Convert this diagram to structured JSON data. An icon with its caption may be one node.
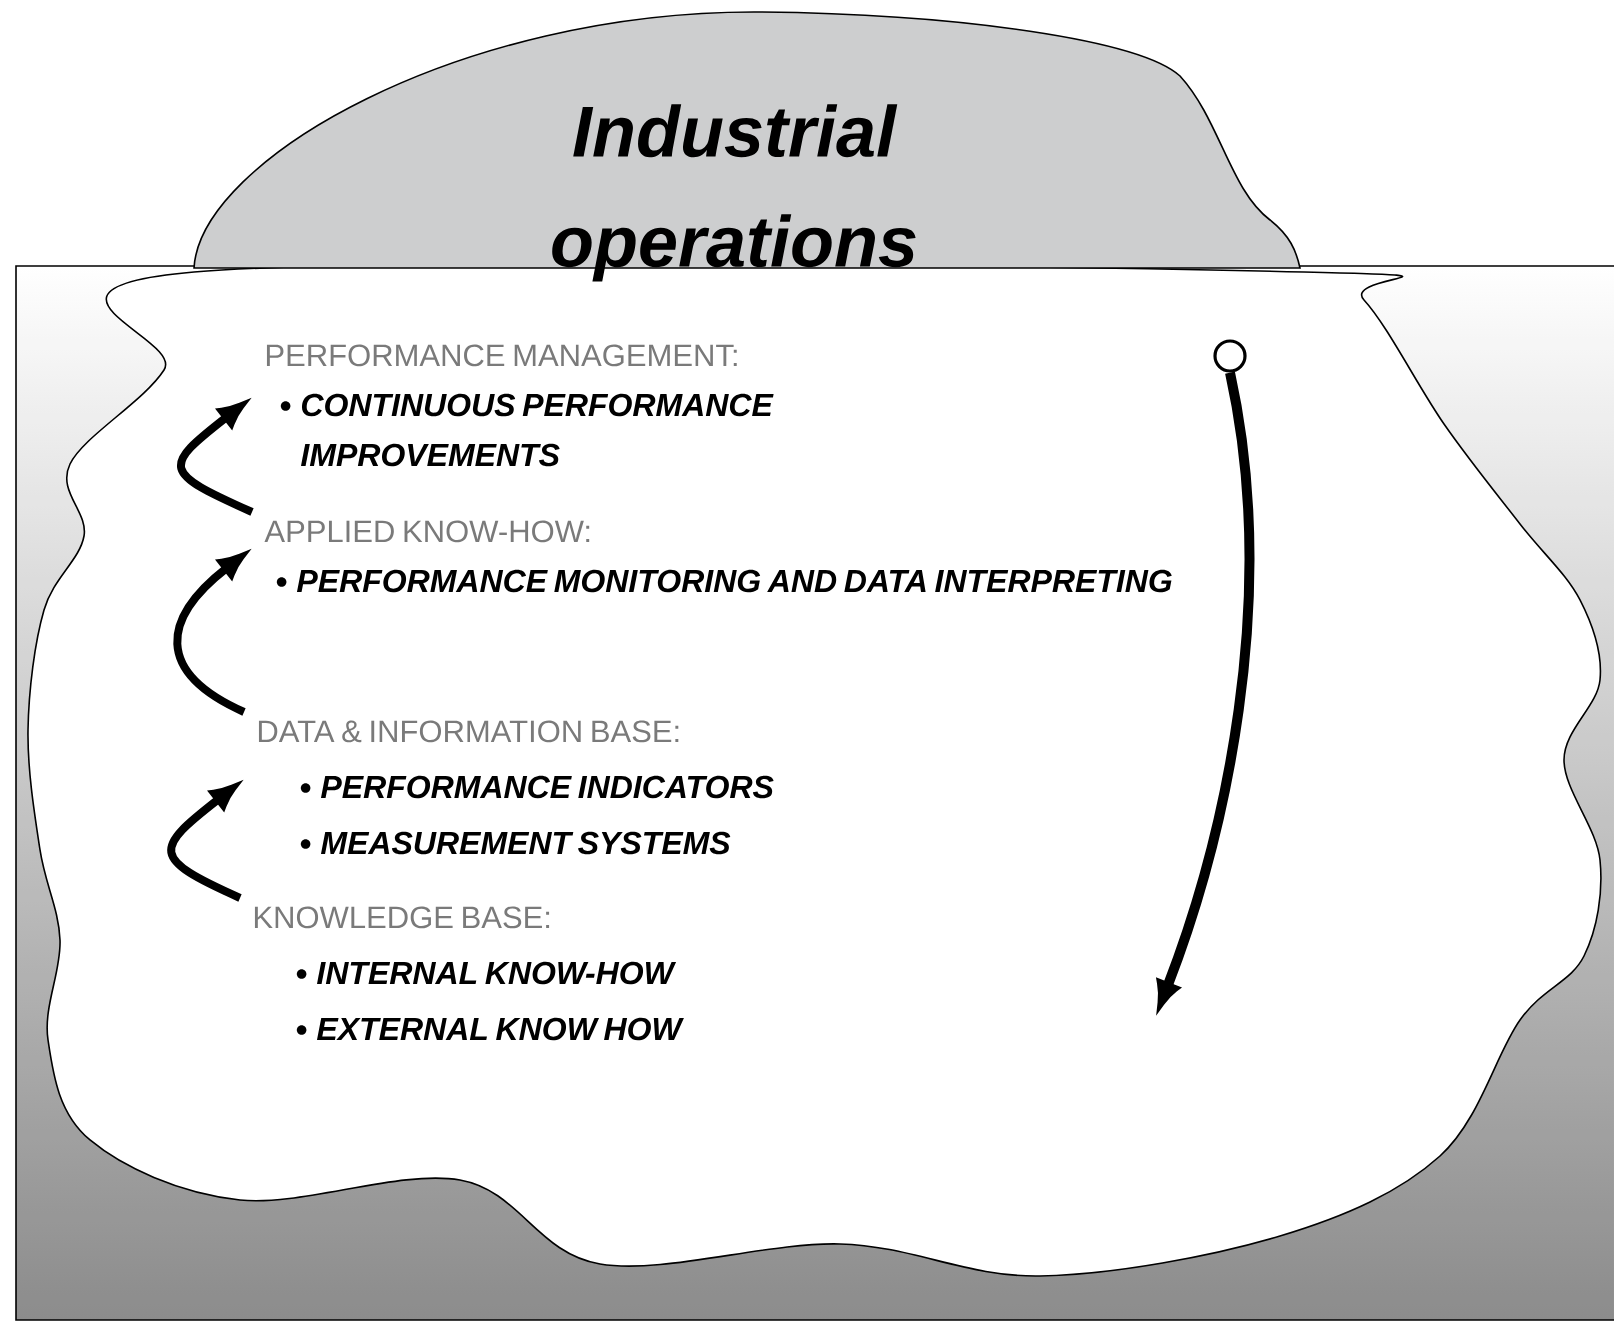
{
  "diagram": {
    "nodes": [
      {
        "text": [
          "Industrial operations"
        ]
      },
      {
        "text": [
          "PERFORMANCE MANAGEMENT:",
          "CONTINUOUS PERFORMANCE IMPROVEMENTS"
        ]
      },
      {
        "text": [
          "APPLIED KNOW-HOW:",
          "PERFORMANCE MONITORING AND DATA INTERPRETING"
        ]
      },
      {
        "text": [
          "DATA & INFORMATION BASE:",
          "PERFORMANCE INDICATORS",
          "MEASUREMENT SYSTEMS"
        ]
      },
      {
        "text": [
          "KNOWLEDGE BASE:",
          "INTERNAL KNOW-HOW",
          "EXTERNAL KNOW HOW"
        ]
      },
      {
        "text": [],
        "shape": "circle"
      }
    ],
    "edges": [
      {
        "from": 2,
        "to": 1,
        "arrow": "to"
      },
      {
        "from": 3,
        "to": 2,
        "arrow": "to"
      },
      {
        "from": 4,
        "to": 3,
        "arrow": "to"
      },
      {
        "from": 5,
        "to": null,
        "arrow": "to"
      }
    ]
  }
}
